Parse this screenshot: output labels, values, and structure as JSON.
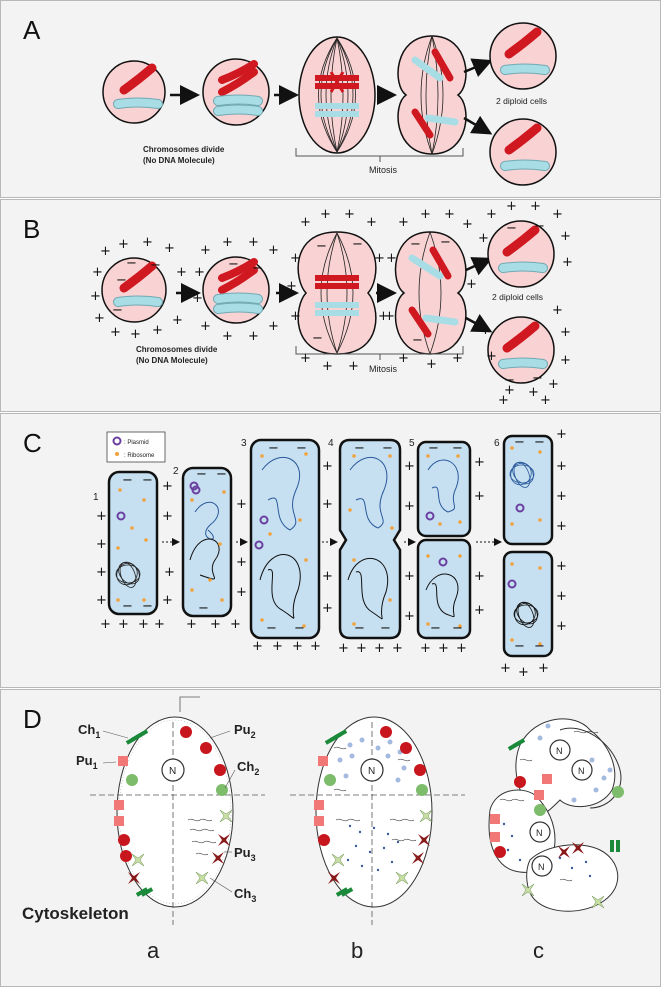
{
  "panels": {
    "a": {
      "label": "A"
    },
    "b": {
      "label": "B"
    },
    "c": {
      "label": "C"
    },
    "d": {
      "label": "D"
    }
  },
  "mitosis": {
    "caption_line1": "Chromosomes divide",
    "caption_line2": "(No DNA Molecule)",
    "mitosis_label": "Mitosis",
    "daughter_label": "2 diploid cells"
  },
  "bacteria": {
    "legend_plasmid": ": Plasmid",
    "legend_ribosome": ": Ribosome",
    "step_numbers": [
      "1",
      "2",
      "3",
      "4",
      "5",
      "6"
    ]
  },
  "channels": {
    "labels": {
      "ch1": "Ch",
      "ch1_sub": "1",
      "pu1": "Pu",
      "pu1_sub": "1",
      "pu2": "Pu",
      "pu2_sub": "2",
      "ch2": "Ch",
      "ch2_sub": "2",
      "pu3": "Pu",
      "pu3_sub": "3",
      "ch3": "Ch",
      "ch3_sub": "3"
    },
    "cytoskeleton": "Cytoskeleton",
    "nucleus": "N",
    "sublabels": [
      "a",
      "b",
      "c"
    ]
  },
  "colors": {
    "cell_fill": "#f9d3d3",
    "red_chromosome": "#d01820",
    "blue_chromosome": "#a9dde6",
    "bacterium_fill": "#c6e0f2",
    "ribosome": "#f2a23a",
    "plasmid": "#6a3fa0",
    "green_channel": "#1a8a3a",
    "red_pump": "#c8161e",
    "pink_pump": "#f27878",
    "dark_red_pump": "#8a1a1a",
    "light_green_pump": "#c6e0a6"
  }
}
